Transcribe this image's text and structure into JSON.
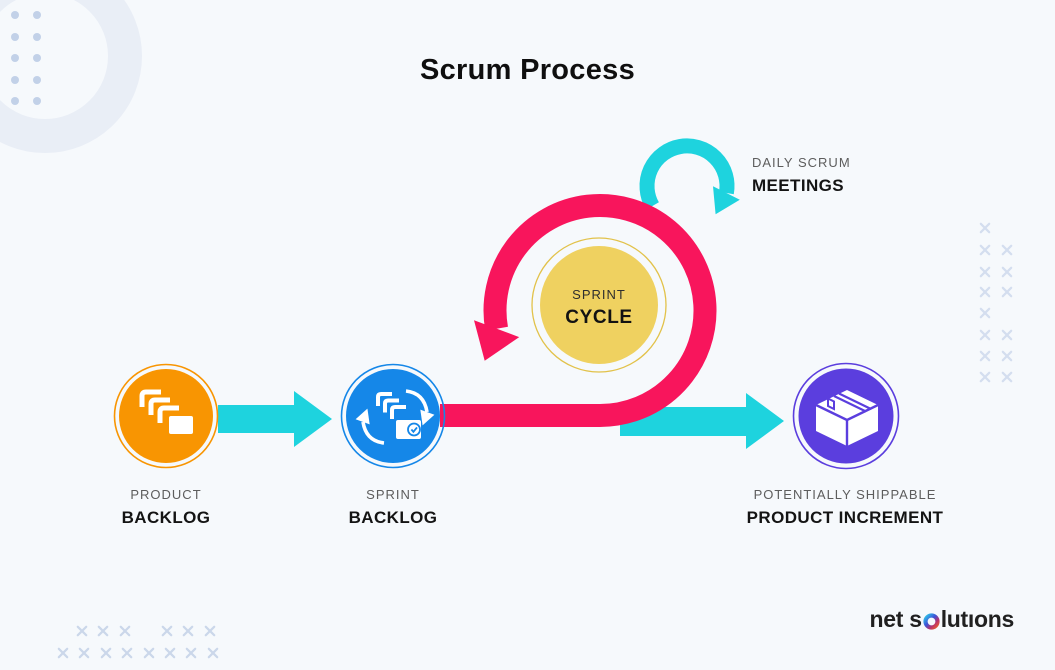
{
  "title": "Scrum Process",
  "diagram": {
    "nodes": [
      {
        "name": "product-backlog",
        "label_line1": "PRODUCT",
        "label_line2": "BACKLOG",
        "color": "#F89502",
        "icon": "stacked-cards-icon"
      },
      {
        "name": "sprint-backlog",
        "label_line1": "SPRINT",
        "label_line2": "BACKLOG",
        "color": "#1587E8",
        "icon": "cards-sync-check-icon"
      },
      {
        "name": "product-increment",
        "label_line1": "POTENTIALLY SHIPPABLE",
        "label_line2": "PRODUCT INCREMENT",
        "color": "#5B3EDE",
        "icon": "package-box-icon"
      }
    ],
    "sprint_cycle": {
      "label_line1": "SPRINT",
      "label_line2": "CYCLE",
      "fill": "#EFD160",
      "loop_color": "#F8155C"
    },
    "daily_scrum": {
      "label_line1": "DAILY SCRUM",
      "label_line2": "MEETINGS",
      "loop_color": "#1ED3DE"
    },
    "arrow_color": "#1ED3DE"
  },
  "brand": {
    "part1": "net s",
    "o_icon": "rainbow-ring-o",
    "part2": "lutıons"
  },
  "background": "#F6F9FC"
}
